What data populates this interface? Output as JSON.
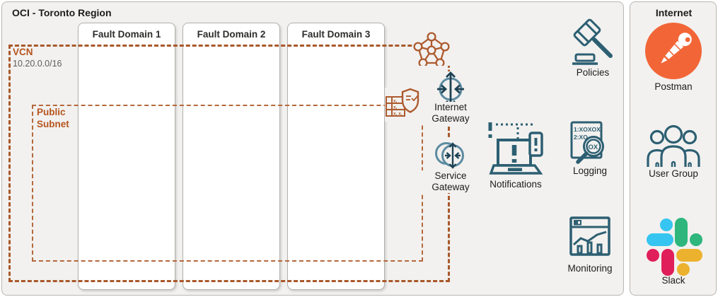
{
  "colors": {
    "region_bg": "#f2f1ef",
    "region_border": "#b8b6b2",
    "box_bg": "#ffffff",
    "box_border": "#b3b1ad",
    "dash_orange": "#a9582a",
    "dash_orange_light": "#b4683c",
    "label_orange": "#b5541e",
    "icon_orange": "#ad5a2e",
    "icon_teal": "#2d5f72",
    "icon_steel": "#5d8ba1",
    "icon_dark": "#1e4254",
    "text_dark": "#1d1c1a",
    "text_gray": "#5f5e5a",
    "postman_orange": "#f26537",
    "slack_blue": "#36c5f0",
    "slack_green": "#2eb67d",
    "slack_pink": "#e01e5a",
    "slack_yellow": "#ecb22e"
  },
  "oci": {
    "title": "OCI - Toronto Region",
    "vcn": {
      "label": "VCN",
      "cidr": "10.20.0.0/16",
      "icon": "vcn-icon"
    },
    "subnet": {
      "line1": "Public",
      "line2": "Subnet",
      "icons": [
        "route-table-icon",
        "security-list-icon"
      ]
    },
    "fault_domains": [
      "Fault Domain 1",
      "Fault Domain 2",
      "Fault Domain 3"
    ],
    "internet_gateway": {
      "line1": "Internet",
      "line2": "Gateway",
      "icon": "internet-gateway-icon"
    },
    "service_gateway": {
      "line1": "Service",
      "line2": "Gateway",
      "icon": "service-gateway-icon"
    },
    "notifications": {
      "label": "Notifications",
      "icon": "notifications-icon"
    },
    "policies": {
      "label": "Policies",
      "icon": "gavel-icon"
    },
    "logging": {
      "label": "Logging",
      "icon": "logging-icon",
      "doc_line1": "1:XOXOX",
      "doc_line2": "2:XO",
      "lens_text": "OX"
    },
    "monitoring": {
      "label": "Monitoring",
      "icon": "monitoring-icon"
    }
  },
  "internet": {
    "title": "Internet",
    "items": [
      {
        "name": "postman",
        "label": "Postman",
        "icon": "postman-icon"
      },
      {
        "name": "user-group",
        "label": "User Group",
        "icon": "user-group-icon"
      },
      {
        "name": "slack",
        "label": "Slack",
        "icon": "slack-icon"
      }
    ]
  }
}
